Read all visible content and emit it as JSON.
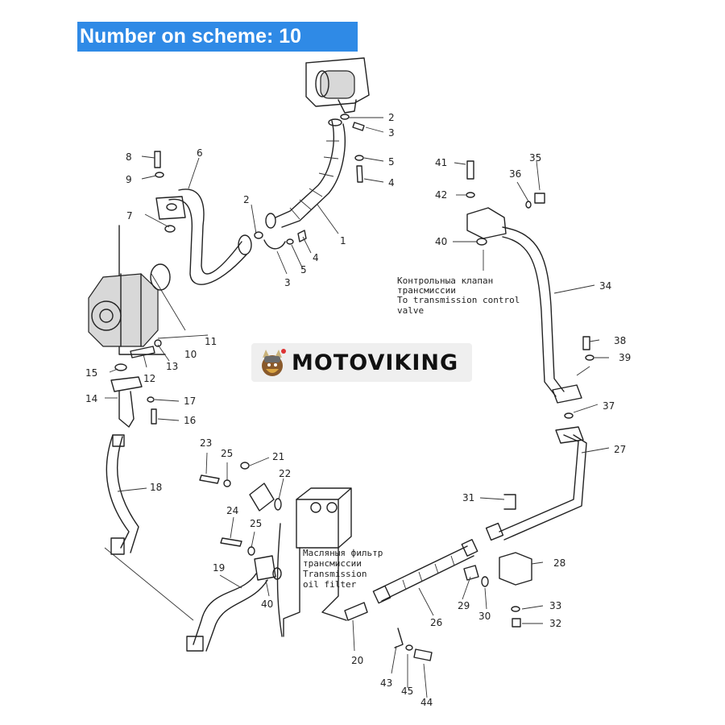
{
  "header": {
    "badge_text": "Number on scheme: 10"
  },
  "brand": {
    "name": "MOTOVIKING",
    "colors": {
      "badge_bg": "#2f8ae6",
      "brand_bg": "#efefef"
    }
  },
  "annotations": {
    "control_valve_ru_1": "Контрольныа клапан",
    "control_valve_ru_2": "трансмиссии",
    "control_valve_en_1": "To transmission control",
    "control_valve_en_2": "valve",
    "filter_ru_1": "Масляныя фильтр",
    "filter_ru_2": "трансмиссии",
    "filter_en_1": "Transmission",
    "filter_en_2": "oil filter"
  },
  "callouts": {
    "c1": "1",
    "c2a": "2",
    "c2b": "2",
    "c3a": "3",
    "c3b": "3",
    "c4a": "4",
    "c4b": "4",
    "c5a": "5",
    "c5b": "5",
    "c6": "6",
    "c7": "7",
    "c8": "8",
    "c9": "9",
    "c10": "10",
    "c11": "11",
    "c12": "12",
    "c13": "13",
    "c14": "14",
    "c15": "15",
    "c16": "16",
    "c17": "17",
    "c18": "18",
    "c19": "19",
    "c20": "20",
    "c21": "21",
    "c22": "22",
    "c23": "23",
    "c24": "24",
    "c25a": "25",
    "c25b": "25",
    "c26": "26",
    "c27": "27",
    "c28": "28",
    "c29": "29",
    "c30": "30",
    "c31": "31",
    "c32": "32",
    "c33": "33",
    "c34": "34",
    "c35": "35",
    "c36": "36",
    "c37": "37",
    "c38": "38",
    "c39": "39",
    "c40a": "40",
    "c40b": "40",
    "c41": "41",
    "c42": "42",
    "c43": "43",
    "c44": "44",
    "c45": "45"
  }
}
